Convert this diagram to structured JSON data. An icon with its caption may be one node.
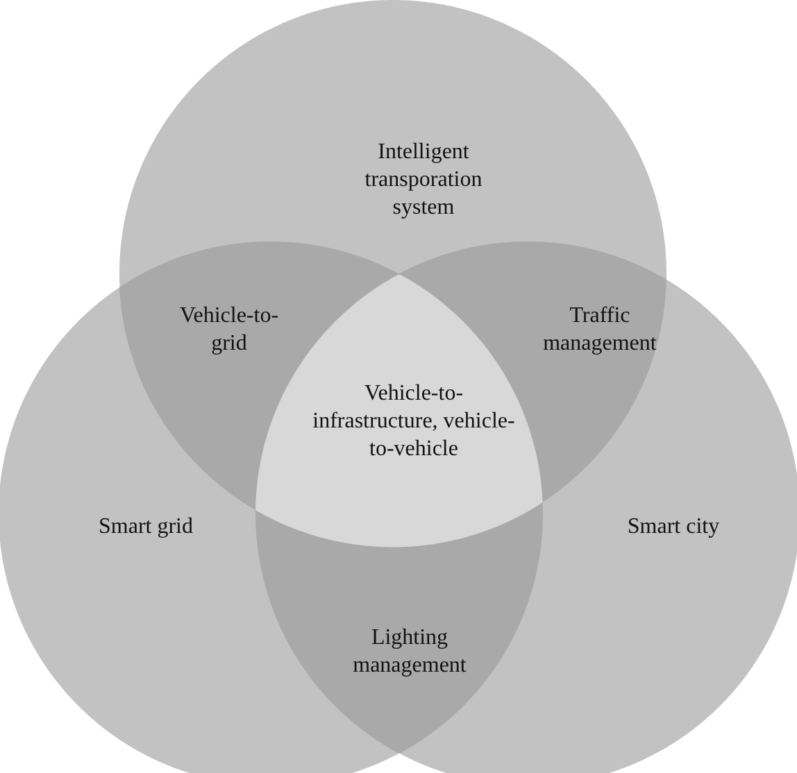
{
  "diagram": {
    "nodes": [
      {
        "text": [
          "Intelligent transporation system"
        ]
      },
      {
        "text": [
          "Smart grid"
        ]
      },
      {
        "text": [
          "Smart city"
        ]
      },
      {
        "text": [
          "Vehicle-to-grid"
        ]
      },
      {
        "text": [
          "Traffic management"
        ]
      },
      {
        "text": [
          "Vehicle-to-infrastructure, vehicle-to-vehicle"
        ]
      },
      {
        "text": [
          "Lighting management"
        ]
      }
    ]
  }
}
